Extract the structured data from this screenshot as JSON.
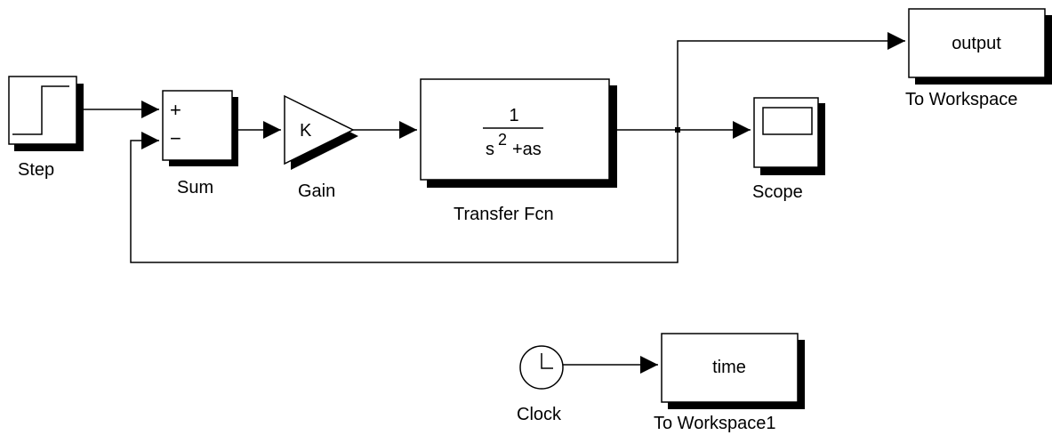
{
  "blocks": {
    "step": {
      "label": "Step"
    },
    "sum": {
      "label": "Sum",
      "plus_sign": "+",
      "minus_sign": "−"
    },
    "gain": {
      "label": "Gain",
      "value": "K"
    },
    "transfer_fcn": {
      "label": "Transfer Fcn",
      "numerator": "1",
      "denominator_s": "s",
      "denominator_exp": "2",
      "denominator_rest": "+as"
    },
    "scope": {
      "label": "Scope"
    },
    "to_workspace": {
      "label": "To Workspace",
      "variable": "output"
    },
    "clock": {
      "label": "Clock"
    },
    "to_workspace1": {
      "label": "To Workspace1",
      "variable": "time"
    }
  },
  "colors": {
    "line": "#000000",
    "shadow": "#000000",
    "block_fill": "#ffffff"
  }
}
